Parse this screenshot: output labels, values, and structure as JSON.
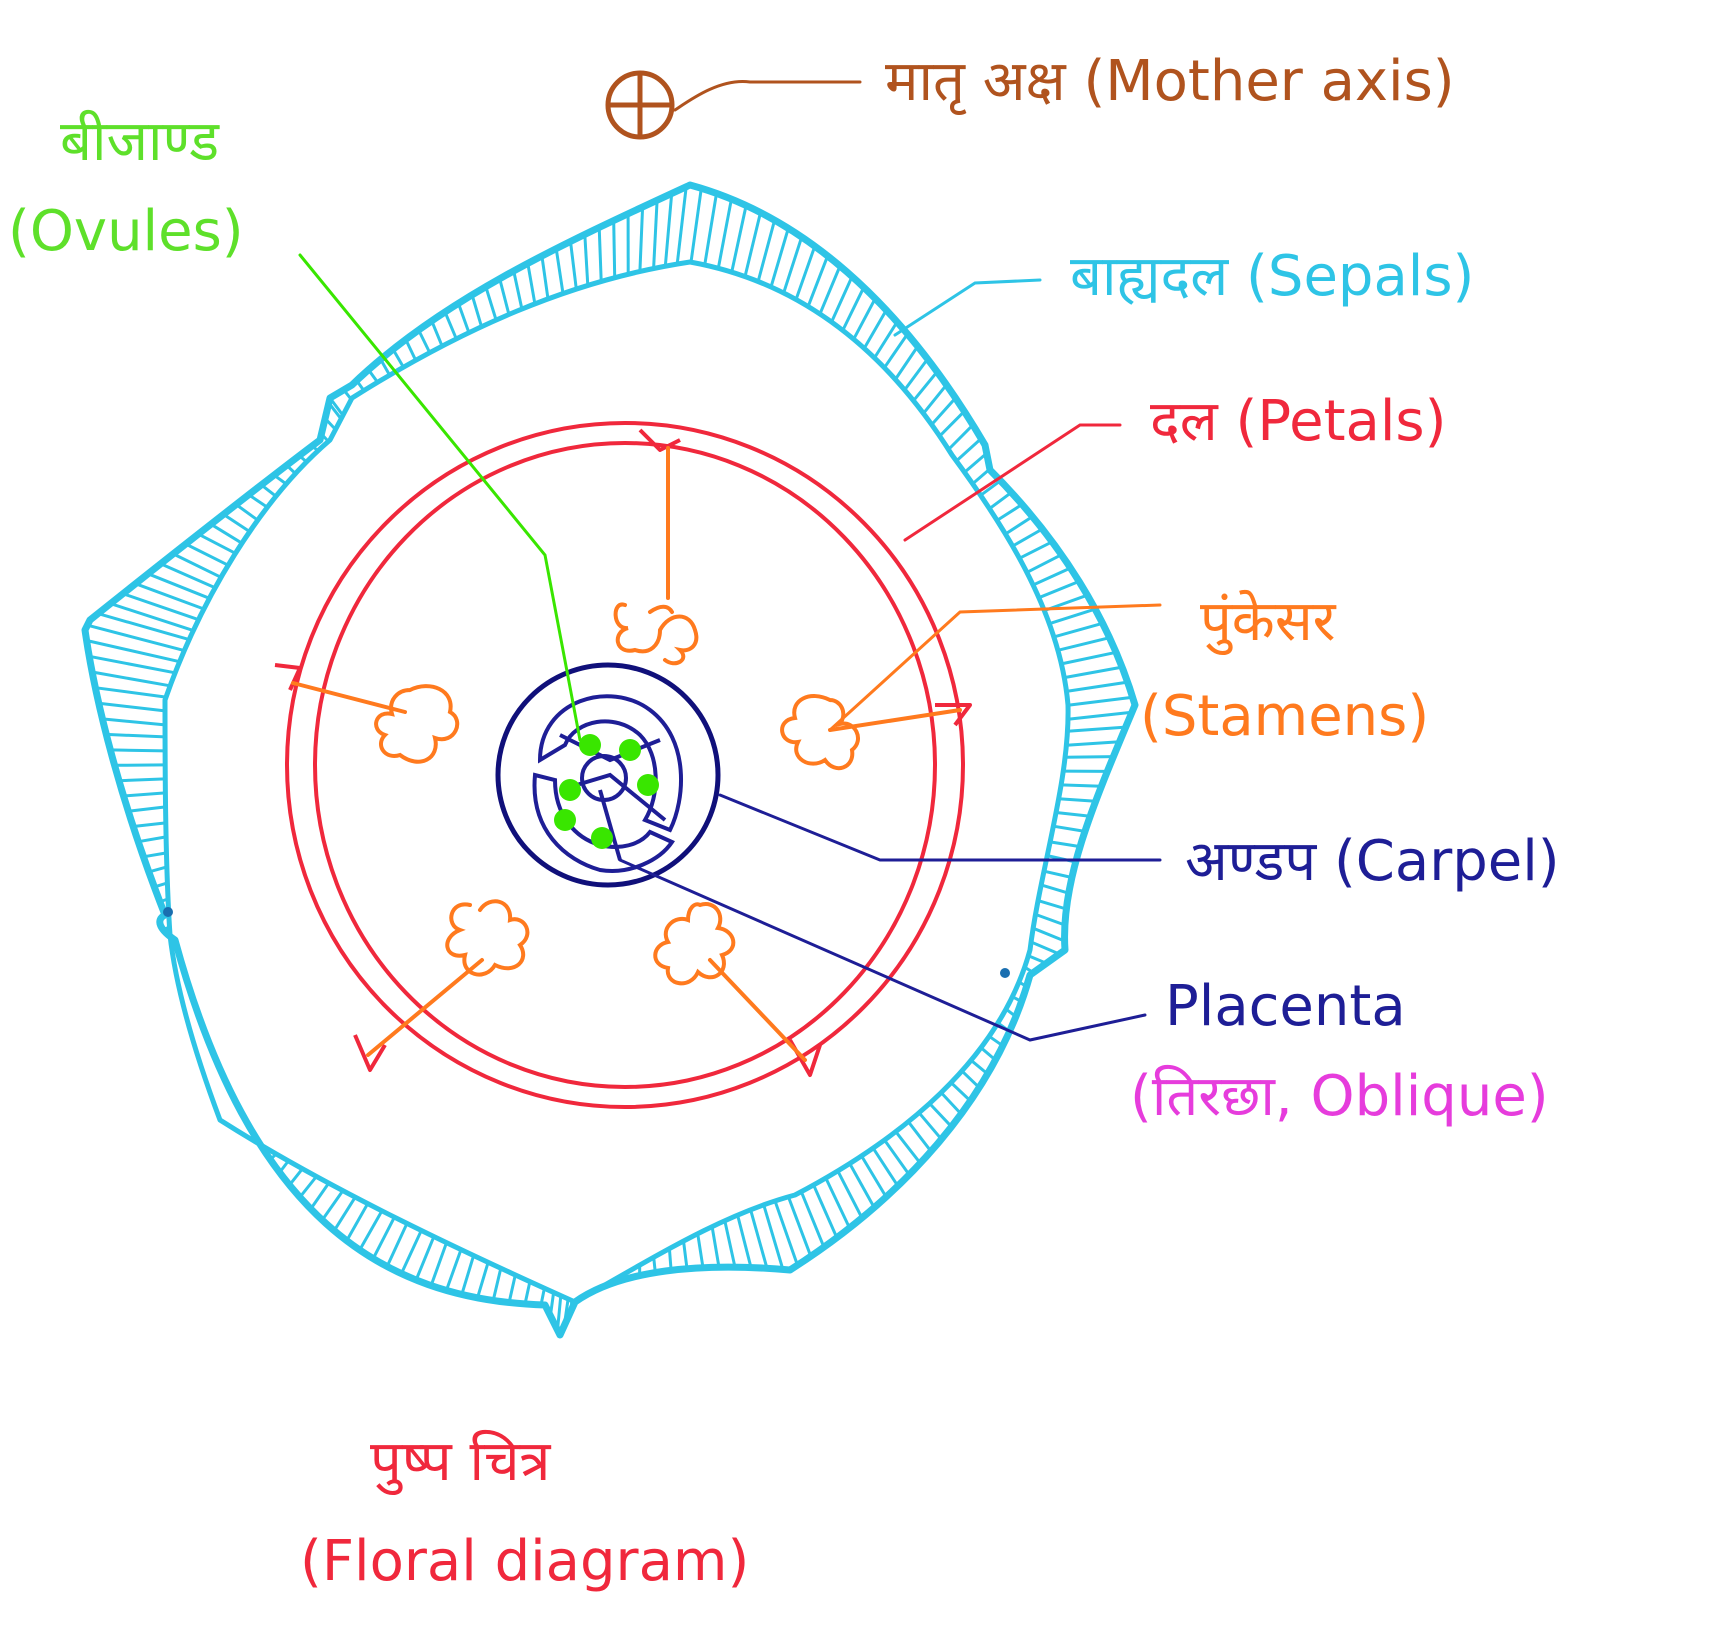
{
  "colors": {
    "sepal": "#2ec4e6",
    "petal": "#f0283c",
    "stamen": "#ff7a1e",
    "carpel": "#1e1e96",
    "ovule": "#39e600",
    "placenta_note": "#e63cdc",
    "mother_axis": "#b0531e"
  },
  "labels": {
    "mother_axis": "मातृ अक्ष (Mother axis)",
    "ovules_hi": "बीजाण्ड",
    "ovules_en": "(Ovules)",
    "sepals": "बाह्यदल (Sepals)",
    "petals": "दल (Petals)",
    "stamens_hi": "पुंकेसर",
    "stamens_en": "(Stamens)",
    "carpel": "अण्डप (Carpel)",
    "placenta": "Placenta",
    "placenta_note": "(तिरछा, Oblique)",
    "title_hi": "पुष्प चित्र",
    "title_en": "(Floral diagram)"
  },
  "icons": {
    "mother_axis": "circle-plus-icon"
  }
}
